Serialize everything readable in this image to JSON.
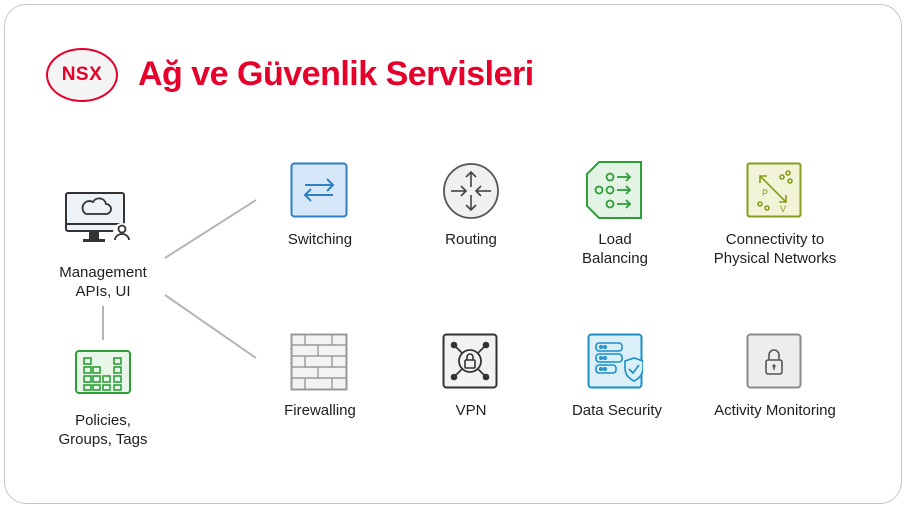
{
  "header": {
    "badge": "NSX",
    "title": "Ağ ve Güvenlik Servisleri"
  },
  "left": {
    "management": {
      "line1": "Management",
      "line2": "APIs, UI",
      "icon": "monitor-cloud-user-icon"
    },
    "policies": {
      "line1": "Policies,",
      "line2": "Groups, Tags",
      "icon": "policy-grid-icon"
    }
  },
  "services_top": [
    {
      "line1": "Switching",
      "line2": "",
      "icon": "switching-arrows-icon"
    },
    {
      "line1": "Routing",
      "line2": "",
      "icon": "routing-circle-icon"
    },
    {
      "line1": "Load",
      "line2": "Balancing",
      "icon": "load-balancer-icon"
    },
    {
      "line1": "Connectivity to",
      "line2": "Physical Networks",
      "icon": "physical-network-icon"
    }
  ],
  "services_bottom": [
    {
      "line1": "Firewalling",
      "line2": "",
      "icon": "firewall-brick-icon"
    },
    {
      "line1": "VPN",
      "line2": "",
      "icon": "vpn-lock-icon"
    },
    {
      "line1": "Data Security",
      "line2": "",
      "icon": "data-security-shield-icon"
    },
    {
      "line1": "Activity Monitoring",
      "line2": "",
      "icon": "activity-monitor-lock-icon"
    }
  ],
  "colors": {
    "accent": "#e4002b",
    "switching": "#2f7fc1",
    "routing": "#5a5a5a",
    "load_balancing": "#2e9e3a",
    "connectivity": "#8a9a1e",
    "firewall": "#9a9a9a",
    "data_security": "#1a8fc9",
    "policies": "#2e9e3a"
  }
}
